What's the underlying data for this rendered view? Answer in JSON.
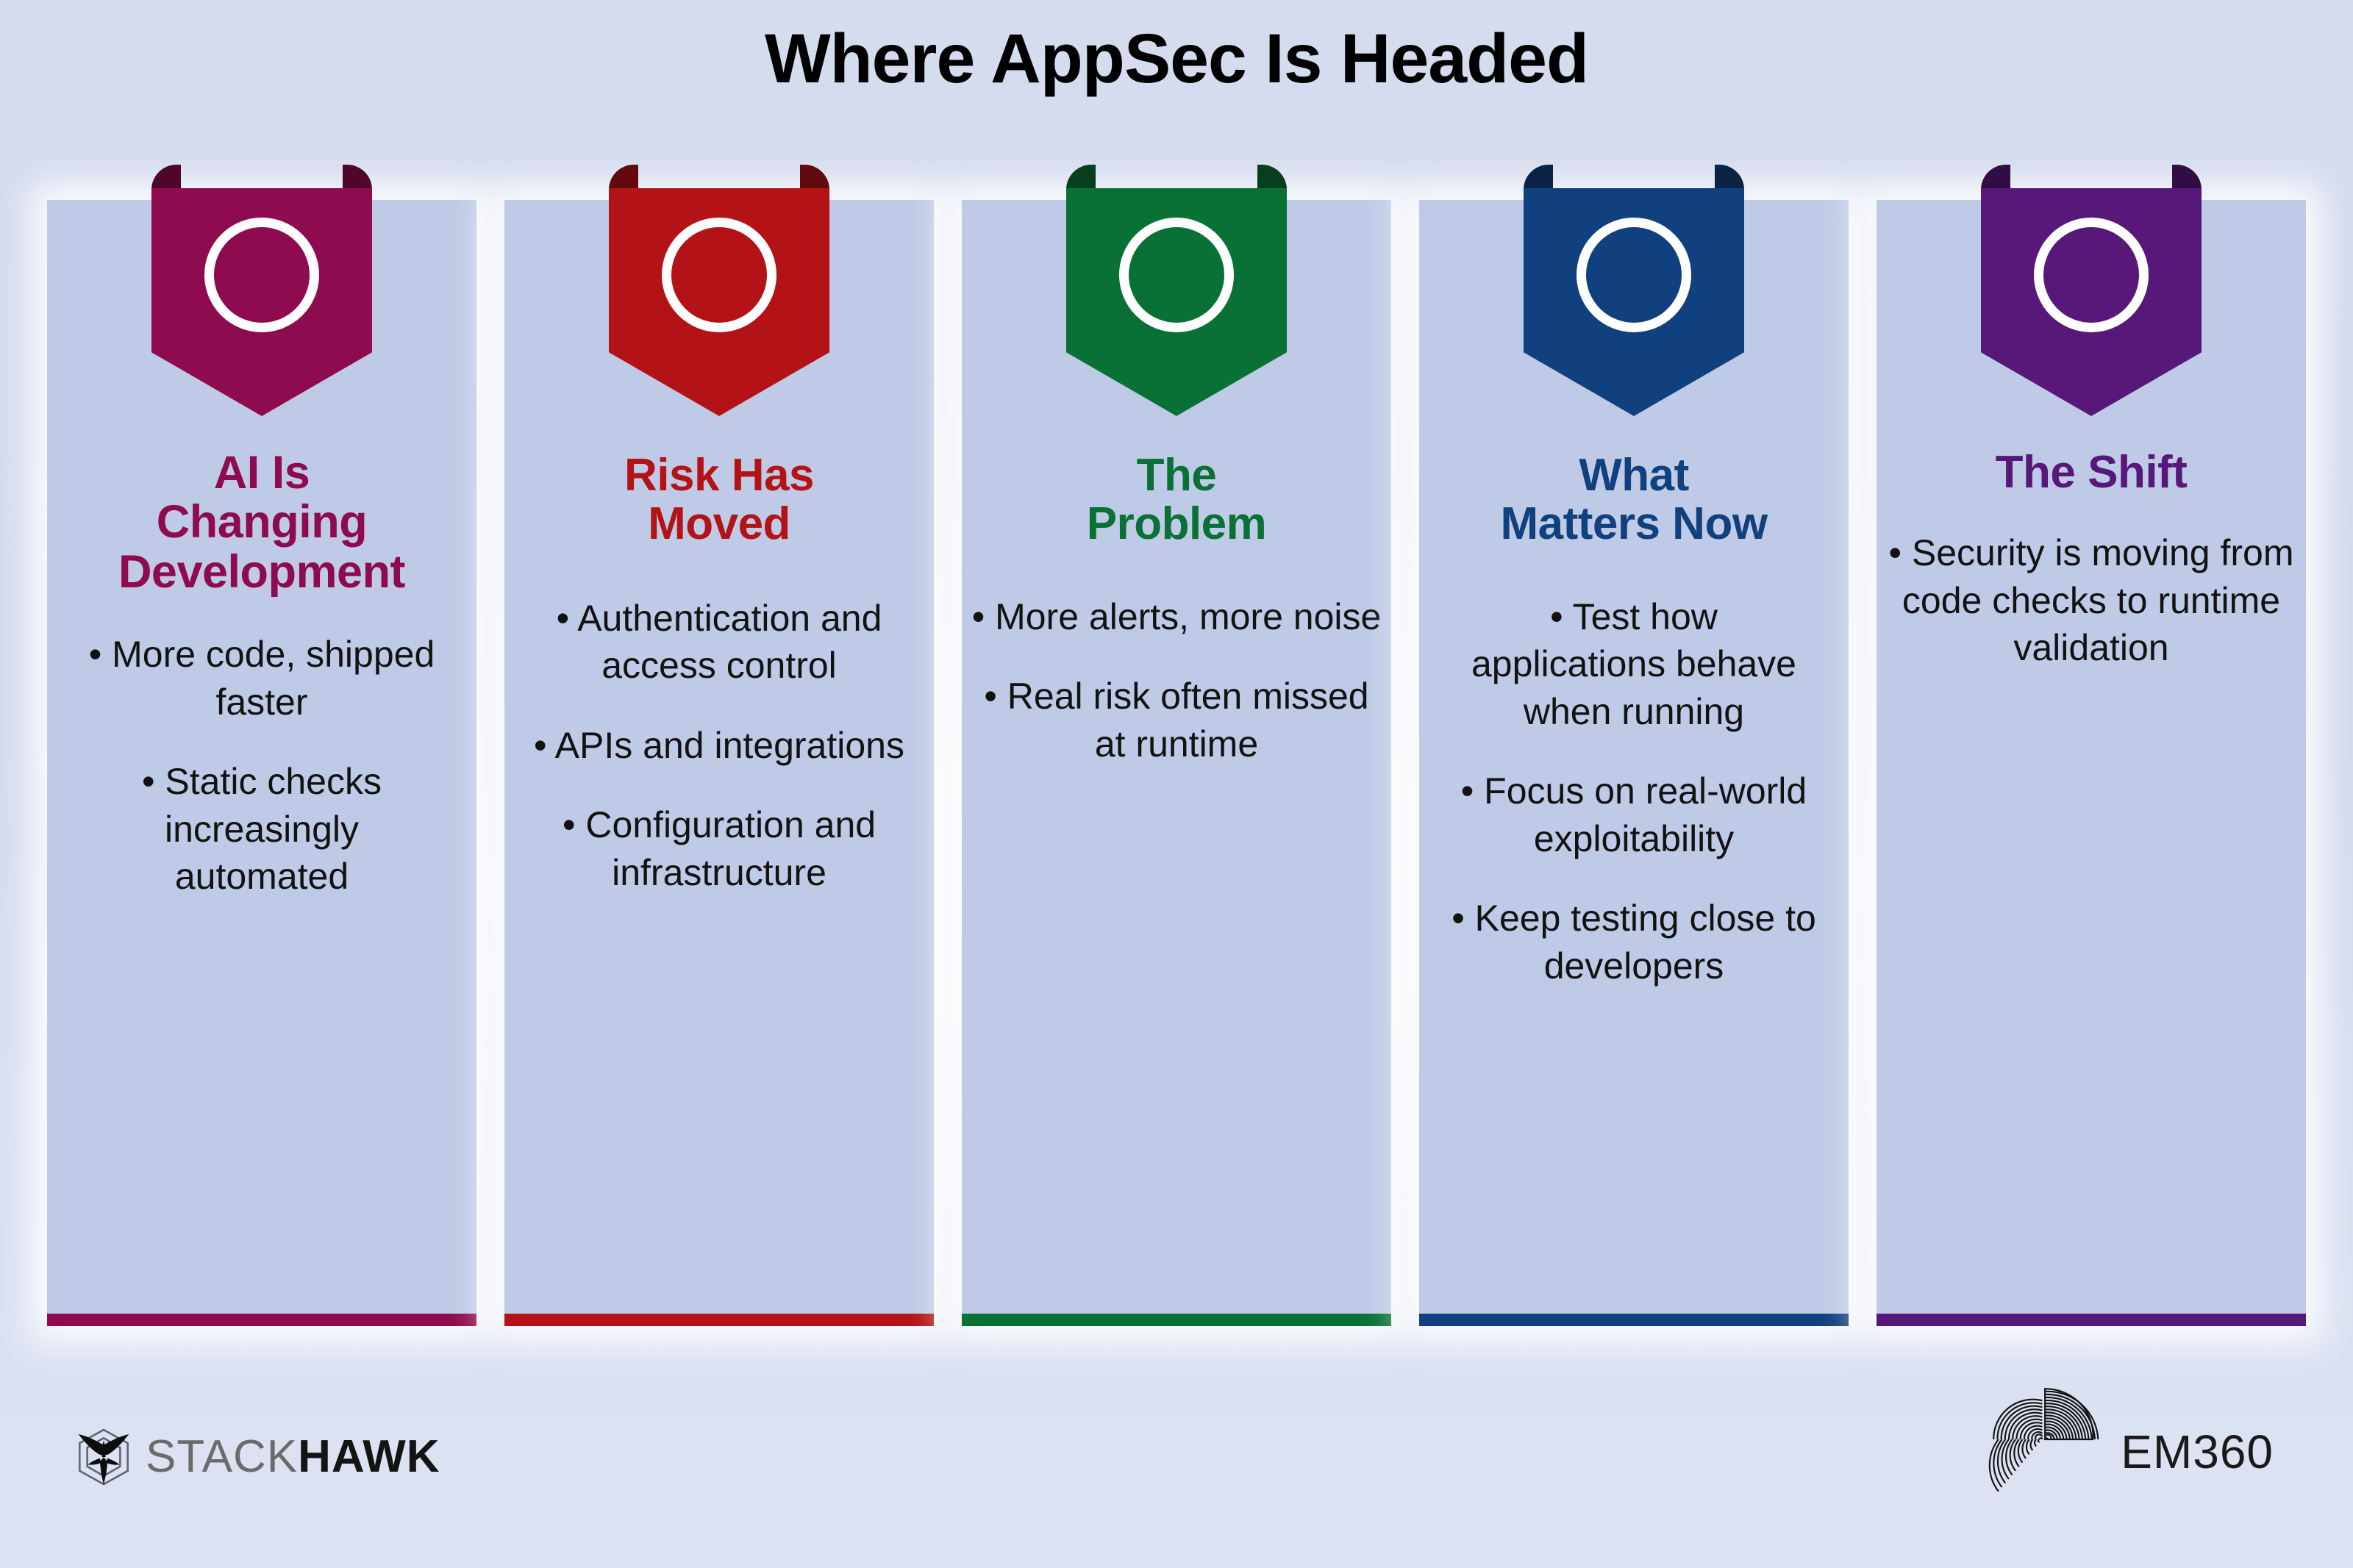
{
  "title": "Where AppSec Is Headed",
  "background_color": "#d3dbed",
  "card_background_color": "#bfcbe6",
  "cards": [
    {
      "id": "ai-is-changing-development",
      "title": "AI Is\nChanging\nDevelopment",
      "color": "#8d0b4e",
      "icon": "circle-outline-icon",
      "bullets": [
        "• More code, shipped faster",
        "• Static checks increasingly automated"
      ]
    },
    {
      "id": "risk-has-moved",
      "title": "Risk Has\nMoved",
      "color": "#b31317",
      "icon": "circle-outline-icon",
      "bullets": [
        "• Authentication and access control",
        "• APIs and integrations",
        "• Configuration and infrastructure"
      ]
    },
    {
      "id": "the-problem",
      "title": "The\nProblem",
      "color": "#0a7136",
      "icon": "circle-outline-icon",
      "bullets": [
        "• More alerts, more noise",
        "• Real risk often missed at runtime"
      ]
    },
    {
      "id": "what-matters-now",
      "title": "What\nMatters Now",
      "color": "#11407e",
      "icon": "circle-outline-icon",
      "bullets": [
        "• Test how applications behave when running",
        "• Focus on real-world exploitability",
        "• Keep testing close to developers"
      ]
    },
    {
      "id": "the-shift",
      "title": "The Shift",
      "color": "#571879",
      "icon": "circle-outline-icon",
      "bullets": [
        "• Security is moving from code checks to runtime validation"
      ]
    }
  ],
  "footer": {
    "stackhawk": {
      "word_primary": "STACK",
      "word_secondary": "HAWK",
      "icon": "hawk-hexagon-icon",
      "primary_color": "#6b6b6b",
      "secondary_color": "#141414"
    },
    "em360": {
      "wordmark": "EM360",
      "icon": "em360-arcs-icon",
      "color": "#1a1a1a"
    }
  }
}
